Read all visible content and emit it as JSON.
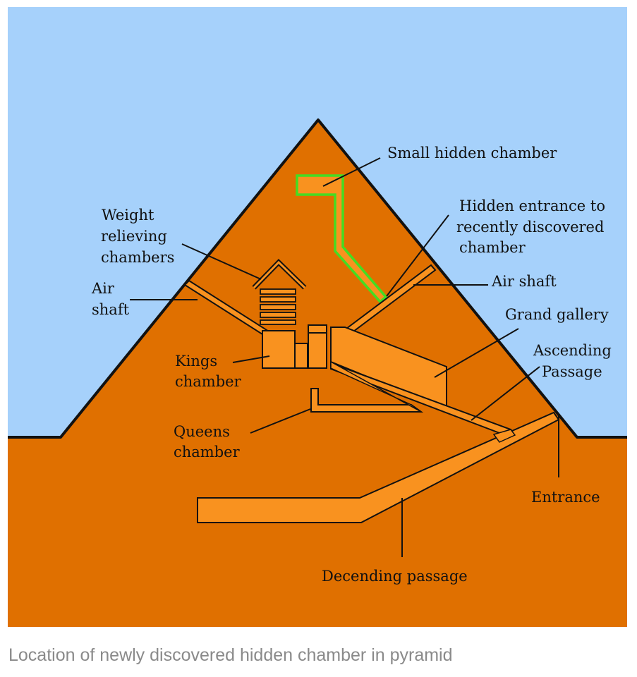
{
  "colors": {
    "sky": "#a6d1fb",
    "stone": "#e07000",
    "passage": "#f9921f",
    "outline": "#111111",
    "hidden_highlight": "#44dd22",
    "caption": "#8a8a8a"
  },
  "labels": {
    "small_hidden_chamber": "Small hidden chamber",
    "hidden_entrance": [
      "Hidden entrance to",
      "recently discovered",
      "chamber"
    ],
    "weight_relieving": [
      "Weight",
      "relieving",
      "chambers"
    ],
    "air_shaft_left": [
      "Air",
      "shaft"
    ],
    "air_shaft_right": "Air shaft",
    "grand_gallery": "Grand gallery",
    "ascending_passage": [
      "Ascending",
      "Passage"
    ],
    "kings_chamber": [
      "Kings",
      "chamber"
    ],
    "queens_chamber": [
      "Queens",
      "chamber"
    ],
    "entrance": "Entrance",
    "descending_passage": "Decending passage"
  },
  "caption": "Location of newly discovered hidden chamber in pyramid"
}
